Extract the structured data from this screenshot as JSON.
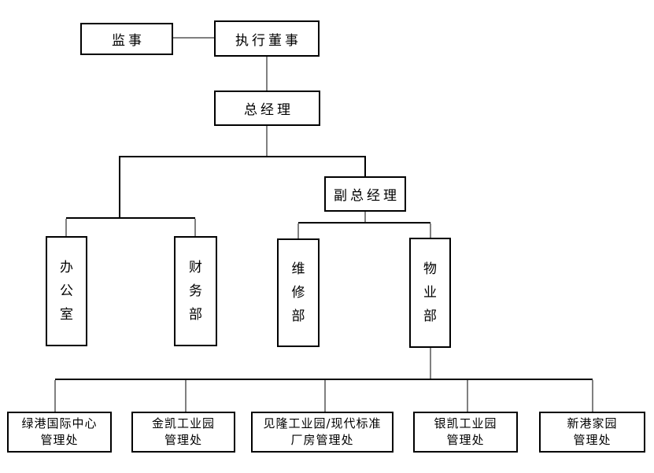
{
  "org_chart": {
    "nodes": {
      "supervisor": {
        "label": "监事"
      },
      "executive_director": {
        "label": "执行董事"
      },
      "general_manager": {
        "label": "总经理"
      },
      "deputy_general_manager": {
        "label": "副总经理"
      },
      "office": {
        "label": "办公室"
      },
      "finance_dept": {
        "label": "财务部"
      },
      "maintenance_dept": {
        "label": "维修部"
      },
      "property_dept": {
        "label": "物业部"
      },
      "lvgang_office": {
        "line1": "绿港国际中心",
        "line2": "管理处"
      },
      "jinkai_office": {
        "line1": "金凯工业园",
        "line2": "管理处"
      },
      "jianlong_office": {
        "line1": "见隆工业园/现代标准",
        "line2": "厂房管理处"
      },
      "yinkai_office": {
        "line1": "银凯工业园",
        "line2": "管理处"
      },
      "xingang_office": {
        "line1": "新港家园",
        "line2": "管理处"
      }
    },
    "edges": [
      {
        "from": "supervisor",
        "to": "executive_director",
        "type": "lateral"
      },
      {
        "from": "executive_director",
        "to": "general_manager"
      },
      {
        "from": "general_manager",
        "to": "office"
      },
      {
        "from": "general_manager",
        "to": "finance_dept"
      },
      {
        "from": "general_manager",
        "to": "deputy_general_manager"
      },
      {
        "from": "deputy_general_manager",
        "to": "maintenance_dept"
      },
      {
        "from": "deputy_general_manager",
        "to": "property_dept"
      },
      {
        "from": "property_dept",
        "to": "lvgang_office"
      },
      {
        "from": "property_dept",
        "to": "jinkai_office"
      },
      {
        "from": "property_dept",
        "to": "jianlong_office"
      },
      {
        "from": "property_dept",
        "to": "yinkai_office"
      },
      {
        "from": "property_dept",
        "to": "xingang_office"
      }
    ],
    "colors": {
      "background": "#ffffff",
      "box_border": "#000000",
      "text": "#000000",
      "branch_line": "#000000",
      "stub_line": "#808080"
    }
  }
}
